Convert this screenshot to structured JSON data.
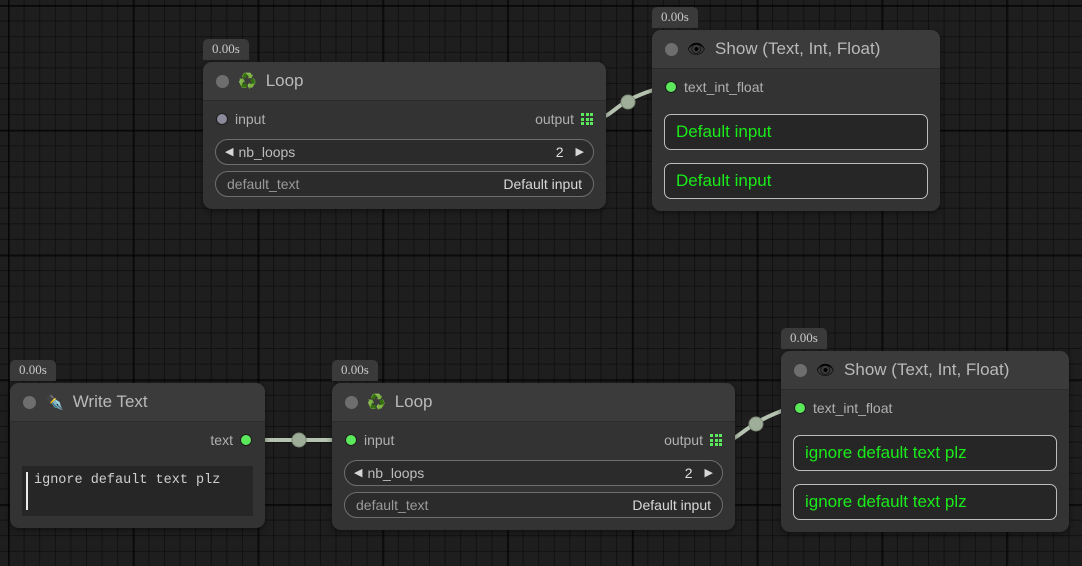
{
  "canvas": {
    "grid": true,
    "background": "#1e1e1e"
  },
  "colors": {
    "node_body": "#333333",
    "node_header": "#3b3b3b",
    "port_connected": "#5ce85c",
    "port_unconnected": "#8a8a9a",
    "value_text": "#1aeb1a",
    "wire": "#b6c3b0"
  },
  "nodes": [
    {
      "id": "loop-1",
      "time_badge": "0.00s",
      "icon": "recycle-icon",
      "icon_glyph": "♻️",
      "title": "Loop",
      "input_port": {
        "label": "input",
        "connected": false
      },
      "output_port": {
        "label": "output",
        "icon": "grid-icon"
      },
      "fields": [
        {
          "type": "stepper",
          "name": "nb_loops",
          "value": "2",
          "left_arrow": "◀",
          "right_arrow": "▶"
        },
        {
          "type": "text",
          "name": "default_text",
          "value": "Default input"
        }
      ]
    },
    {
      "id": "show-1",
      "time_badge": "0.00s",
      "icon": "eye-icon",
      "icon_glyph": "👁",
      "title": "Show (Text, Int, Float)",
      "input_port": {
        "label": "text_int_float",
        "connected": true
      },
      "values": [
        "Default input",
        "Default input"
      ]
    },
    {
      "id": "write-text-1",
      "time_badge": "0.00s",
      "icon": "pen-nib-icon",
      "icon_glyph": "✒️",
      "title": "Write Text",
      "output_port": {
        "label": "text",
        "connected": true
      },
      "editor_text": "ignore default text plz"
    },
    {
      "id": "loop-2",
      "time_badge": "0.00s",
      "icon": "recycle-icon",
      "icon_glyph": "♻️",
      "title": "Loop",
      "input_port": {
        "label": "input",
        "connected": true
      },
      "output_port": {
        "label": "output",
        "icon": "grid-icon"
      },
      "fields": [
        {
          "type": "stepper",
          "name": "nb_loops",
          "value": "2",
          "left_arrow": "◀",
          "right_arrow": "▶"
        },
        {
          "type": "text",
          "name": "default_text",
          "value": "Default input"
        }
      ]
    },
    {
      "id": "show-2",
      "time_badge": "0.00s",
      "icon": "eye-icon",
      "icon_glyph": "👁",
      "title": "Show (Text, Int, Float)",
      "input_port": {
        "label": "text_int_float",
        "connected": true
      },
      "values": [
        "ignore default text plz",
        "ignore default text plz"
      ]
    }
  ],
  "connections": [
    {
      "from": "loop-1.output",
      "to": "show-1.text_int_float"
    },
    {
      "from": "write-text-1.text",
      "to": "loop-2.input"
    },
    {
      "from": "loop-2.output",
      "to": "show-2.text_int_float"
    }
  ]
}
